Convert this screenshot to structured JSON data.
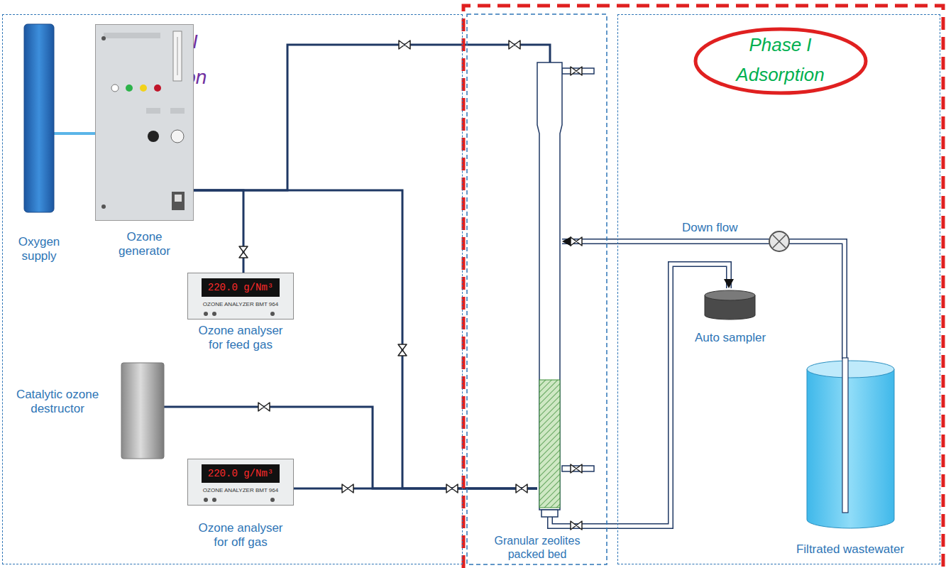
{
  "diagram": {
    "nodes": [
      {
        "text": [
          "Phase II",
          "Ozonation"
        ]
      },
      {
        "text": [
          "Oxygen supply"
        ],
        "in": 0
      },
      {
        "text": [
          "Ozone generator"
        ],
        "in": 0
      },
      {
        "text": [
          "220.0 g/Nm³",
          "OZONE ANALYZER BMT 964",
          "Ozone analyser for feed gas"
        ],
        "in": 0
      },
      {
        "text": [
          "Catalytic ozone destructor"
        ],
        "in": 0
      },
      {
        "text": [
          "220.0 g/Nm³",
          "OZONE ANALYZER BMT 964",
          "Ozone analyser for off gas"
        ],
        "in": 0
      },
      {
        "text": [
          "Granular zeolites packed bed"
        ]
      },
      {
        "text": [
          "Phase I",
          "Adsorption"
        ]
      },
      {
        "text": [
          "Auto sampler"
        ],
        "in": 7
      },
      {
        "text": [
          "Filtrated wastewater"
        ],
        "in": 7
      }
    ],
    "edges": [
      {
        "from": 1,
        "to": 2,
        "arrow": "none"
      },
      {
        "from": 2,
        "to": 3,
        "arrow": "none"
      },
      {
        "from": 2,
        "to": 6,
        "arrow": "none"
      },
      {
        "from": 2,
        "to": 6,
        "arrow": "none"
      },
      {
        "from": 6,
        "to": 5,
        "arrow": "none"
      },
      {
        "from": 6,
        "to": 4,
        "arrow": "none"
      },
      {
        "from": 9,
        "to": 6,
        "label": "Down flow",
        "arrow": "to"
      },
      {
        "from": 6,
        "to": 8,
        "arrow": "to"
      }
    ]
  }
}
